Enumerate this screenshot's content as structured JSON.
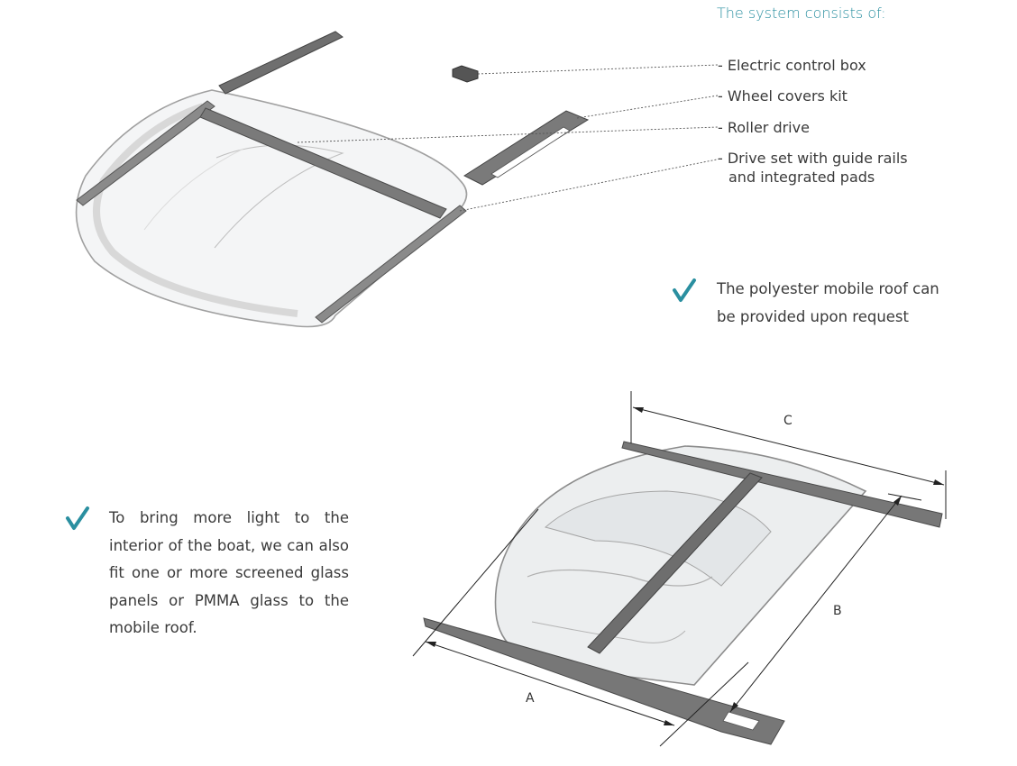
{
  "system_title": "The system consists of:",
  "components": [
    {
      "label": "- Electric control box"
    },
    {
      "label": "- Wheel covers kit"
    },
    {
      "label": "- Roller drive"
    },
    {
      "label": "- Drive set with guide rails",
      "label_line2": "and integrated pads"
    }
  ],
  "notes": {
    "top": "The polyester mobile roof can be provided upon request",
    "bottom": "To bring more light to the interior of the boat, we can also fit one or more screened glass panels or PMMA glass to the mobile roof."
  },
  "dimensions": {
    "a": "A",
    "b": "B",
    "c": "C"
  },
  "colors": {
    "accent": "#2a8fa0",
    "text": "#3a3a3a",
    "rail": "#6f6f6f",
    "roof_outline": "#9a9a9a"
  },
  "icons": {
    "check": "check-icon"
  }
}
